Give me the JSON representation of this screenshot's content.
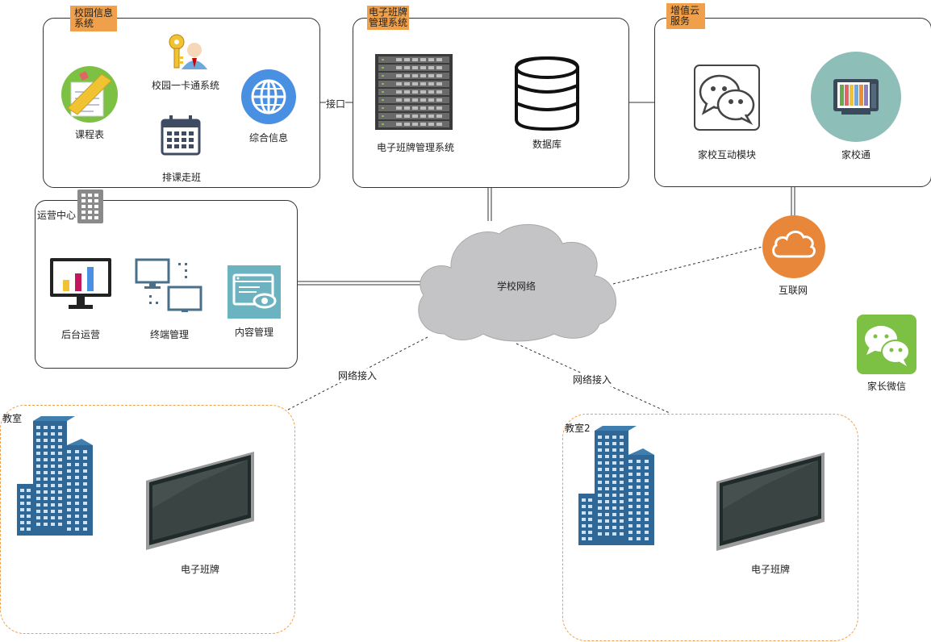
{
  "campus_info": {
    "title": "校园信息系统",
    "items": {
      "schedule": "课程表",
      "card": "校园一卡通系统",
      "shift": "排课走班",
      "info": "综合信息"
    }
  },
  "board_mgmt": {
    "title": "电子班牌管理系统",
    "items": {
      "server": "电子班牌管理系统",
      "db": "数据库"
    }
  },
  "cloud_service": {
    "title": "增值云服务",
    "items": {
      "home": "家校互动模块",
      "hs": "家校通"
    }
  },
  "ops_center": {
    "title": "运营中心",
    "items": {
      "backend": "后台运营",
      "terminal": "终端管理",
      "content": "内容管理"
    }
  },
  "network": {
    "school": "学校网络",
    "internet": "互联网",
    "interface": "接口",
    "access_left": "网络接入",
    "access_right": "网络接入"
  },
  "classroom1": {
    "title": "教室",
    "board": "电子班牌"
  },
  "classroom2": {
    "title": "教室2",
    "board": "电子班牌"
  },
  "parent_wechat": "家长微信",
  "colors": {
    "accent": "#f0a04a",
    "building": "#2f6796",
    "wechat": "#7cc044",
    "internet": "#e8873a",
    "cloud": "#c4c4c6"
  }
}
